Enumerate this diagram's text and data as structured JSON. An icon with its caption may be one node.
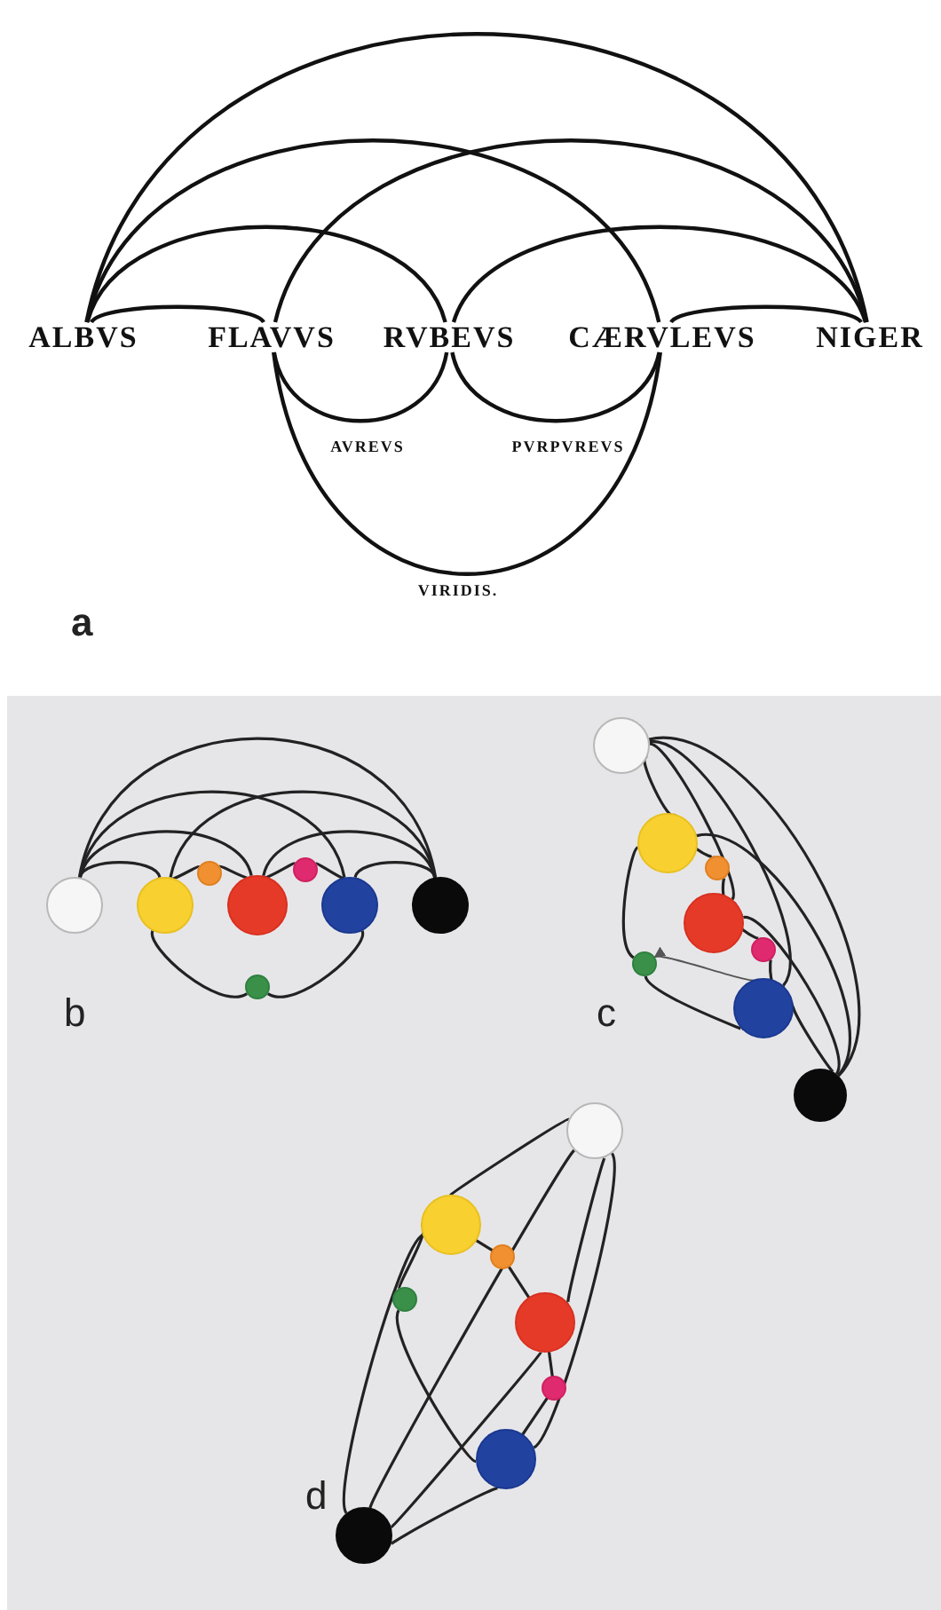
{
  "diagram": {
    "nodes": [
      {
        "text": [
          "ALBVS"
        ]
      },
      {
        "text": [
          "FLAVVS"
        ]
      },
      {
        "text": [
          "RVBEVS"
        ]
      },
      {
        "text": [
          "CÆRVLEVS"
        ]
      },
      {
        "text": [
          "NIGER"
        ]
      },
      {
        "text": [],
        "shape": "circle"
      },
      {
        "text": [],
        "shape": "circle"
      },
      {
        "text": [],
        "shape": "circle"
      },
      {
        "text": [],
        "shape": "circle"
      },
      {
        "text": [],
        "shape": "circle"
      },
      {
        "text": [],
        "shape": "circle"
      },
      {
        "text": [],
        "shape": "circle"
      },
      {
        "text": [],
        "shape": "circle"
      },
      {
        "text": [],
        "shape": "circle"
      },
      {
        "text": [],
        "shape": "circle"
      },
      {
        "text": [],
        "shape": "circle"
      },
      {
        "text": [],
        "shape": "circle"
      },
      {
        "text": [],
        "shape": "circle"
      },
      {
        "text": [],
        "shape": "circle"
      },
      {
        "text": [],
        "shape": "circle"
      },
      {
        "text": [],
        "shape": "circle"
      },
      {
        "text": [],
        "shape": "circle"
      },
      {
        "text": [],
        "shape": "circle"
      },
      {
        "text": [],
        "shape": "circle"
      },
      {
        "text": [],
        "shape": "circle"
      },
      {
        "text": [],
        "shape": "circle"
      },
      {
        "text": [],
        "shape": "circle"
      },
      {
        "text": [],
        "shape": "circle"
      },
      {
        "text": [],
        "shape": "circle"
      }
    ],
    "edges": [
      {
        "from": 0,
        "to": 1,
        "arrow": "none"
      },
      {
        "from": 0,
        "to": 2,
        "arrow": "none"
      },
      {
        "from": 0,
        "to": 3,
        "arrow": "none"
      },
      {
        "from": 0,
        "to": 4,
        "arrow": "none"
      },
      {
        "from": 1,
        "to": 4,
        "arrow": "none"
      },
      {
        "from": 2,
        "to": 4,
        "arrow": "none"
      },
      {
        "from": 3,
        "to": 4,
        "arrow": "none"
      },
      {
        "from": 1,
        "to": 2,
        "arrow": "none",
        "label": "AVREVS"
      },
      {
        "from": 2,
        "to": 3,
        "arrow": "none",
        "label": "PVRPVREVS"
      },
      {
        "from": 1,
        "to": 3,
        "arrow": "none",
        "label": "VIRIDIS."
      },
      {
        "from": 5,
        "to": 6,
        "arrow": "none"
      },
      {
        "from": 5,
        "to": 8,
        "arrow": "none"
      },
      {
        "from": 5,
        "to": 10,
        "arrow": "none"
      },
      {
        "from": 5,
        "to": 11,
        "arrow": "none"
      },
      {
        "from": 6,
        "to": 11,
        "arrow": "none"
      },
      {
        "from": 8,
        "to": 11,
        "arrow": "none"
      },
      {
        "from": 10,
        "to": 11,
        "arrow": "none"
      },
      {
        "from": 6,
        "to": 7,
        "arrow": "none"
      },
      {
        "from": 7,
        "to": 8,
        "arrow": "none"
      },
      {
        "from": 8,
        "to": 9,
        "arrow": "none"
      },
      {
        "from": 9,
        "to": 10,
        "arrow": "none"
      },
      {
        "from": 6,
        "to": 12,
        "arrow": "none"
      },
      {
        "from": 12,
        "to": 10,
        "arrow": "none"
      },
      {
        "from": 13,
        "to": 14,
        "arrow": "none"
      },
      {
        "from": 13,
        "to": 16,
        "arrow": "none"
      },
      {
        "from": 13,
        "to": 19,
        "arrow": "none"
      },
      {
        "from": 13,
        "to": 20,
        "arrow": "none"
      },
      {
        "from": 14,
        "to": 20,
        "arrow": "none"
      },
      {
        "from": 16,
        "to": 20,
        "arrow": "none"
      },
      {
        "from": 19,
        "to": 20,
        "arrow": "none"
      },
      {
        "from": 14,
        "to": 15,
        "arrow": "none"
      },
      {
        "from": 15,
        "to": 16,
        "arrow": "none"
      },
      {
        "from": 16,
        "to": 17,
        "arrow": "none"
      },
      {
        "from": 17,
        "to": 19,
        "arrow": "none"
      },
      {
        "from": 14,
        "to": 18,
        "arrow": "none"
      },
      {
        "from": 18,
        "to": 19,
        "arrow": "none"
      },
      {
        "from": 21,
        "to": 22,
        "arrow": "none"
      },
      {
        "from": 21,
        "to": 25,
        "arrow": "none"
      },
      {
        "from": 21,
        "to": 27,
        "arrow": "none"
      },
      {
        "from": 21,
        "to": 28,
        "arrow": "none"
      },
      {
        "from": 22,
        "to": 28,
        "arrow": "none"
      },
      {
        "from": 25,
        "to": 28,
        "arrow": "none"
      },
      {
        "from": 27,
        "to": 28,
        "arrow": "none"
      },
      {
        "from": 22,
        "to": 23,
        "arrow": "none"
      },
      {
        "from": 23,
        "to": 25,
        "arrow": "none"
      },
      {
        "from": 25,
        "to": 26,
        "arrow": "none"
      },
      {
        "from": 26,
        "to": 27,
        "arrow": "none"
      },
      {
        "from": 22,
        "to": 24,
        "arrow": "none"
      },
      {
        "from": 24,
        "to": 27,
        "arrow": "none"
      },
      {
        "from": 19,
        "to": 18,
        "arrow": "to",
        "color": "#555555"
      }
    ],
    "labels": [
      "a",
      "b",
      "c",
      "d"
    ]
  }
}
